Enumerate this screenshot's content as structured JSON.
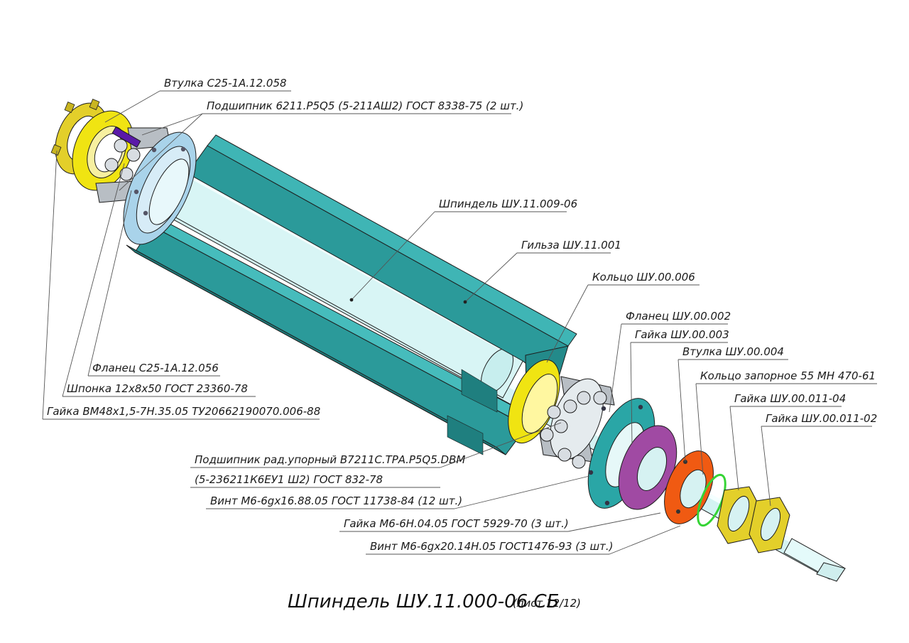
{
  "labels": {
    "vtulka_c25": "Втулка С25-1А.12.058",
    "podshipnik_6211": "Подшипник 6211.P5Q5 (5-211АШ2) ГОСТ 8338-75 (2 шт.)",
    "shpindel": "Шпиндель ШУ.11.009-06",
    "gilza": "Гильза ШУ.11.001",
    "koltso": "Кольцо ШУ.00.006",
    "flanets_shu": "Фланец ШУ.00.002",
    "gaika_shu003": "Гайка ШУ.00.003",
    "vtulka_shu004": "Втулка ШУ.00.004",
    "koltso_zapornoe": "Кольцо запорное 55 МН 470-61",
    "gaika_011_04": "Гайка ШУ.00.011-04",
    "gaika_011_02": "Гайка ШУ.00.011-02",
    "flanets_c25": "Фланец С25-1А.12.056",
    "shponka": "Шпонка 12х8х50 ГОСТ 23360-78",
    "gaika_vm48": "Гайка ВМ48х1,5-7Н.35.05 ТУ20662190070.006-88",
    "podshipnik_radupor_1": "Подшипник рад.упорный В7211С.ТРА.Р5Q5.DBM",
    "podshipnik_radupor_2": "(5-236211К6ЕУ1 Ш2) ГОСТ 832-78",
    "vint_m6_16": "Винт М6-6gх16.88.05 ГОСТ 11738-84 (12 шт.)",
    "gaika_m6": "Гайка М6-6Н.04.05 ГОСТ 5929-70 (3 шт.)",
    "vint_m6_20": "Винт М6-6gх20.14Н.05 ГОСТ1476-93 (3 шт.)"
  },
  "title": {
    "main": "Шпиндель ШУ.11.000-06 СБ",
    "sheet": "(лист 12/12)"
  },
  "colors": {
    "housing": "#2b9a9a",
    "housing_dark": "#1f7a7a",
    "shaft": "#d4f3f3",
    "ring_yellow": "#f0e412",
    "nut_gold": "#e3cf2a",
    "flange_blue": "#a9d3ea",
    "flange_teal": "#2aa6a6",
    "purple_ring": "#a04aa3",
    "orange_ring": "#f05a12",
    "bearing_grey": "#b8bec4",
    "retaining_green": "#35d435",
    "key_violet": "#5a1aa8"
  }
}
